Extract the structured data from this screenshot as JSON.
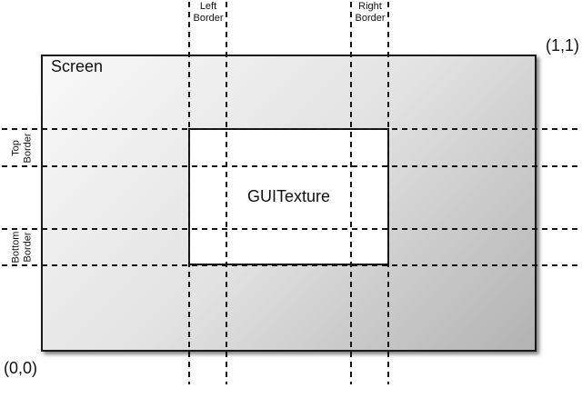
{
  "diagram": {
    "screen_label": "Screen",
    "texture_label": "GUITexture",
    "coord_top_right": "(1,1)",
    "coord_bottom_left": "(0,0)",
    "borders": {
      "left": {
        "line1": "Left",
        "line2": "Border"
      },
      "right": {
        "line1": "Right",
        "line2": "Border"
      },
      "top": {
        "line1": "Top",
        "line2": "Border"
      },
      "bottom": {
        "line1": "Bottom",
        "line2": "Border"
      }
    },
    "colors": {
      "line": "#141414",
      "screen_gradient_start": "#f9f9f9",
      "screen_gradient_mid": "#e2e2e2",
      "screen_gradient_end": "#b2b2b2",
      "texture_fill": "#ffffff",
      "background": "#ffffff"
    }
  }
}
